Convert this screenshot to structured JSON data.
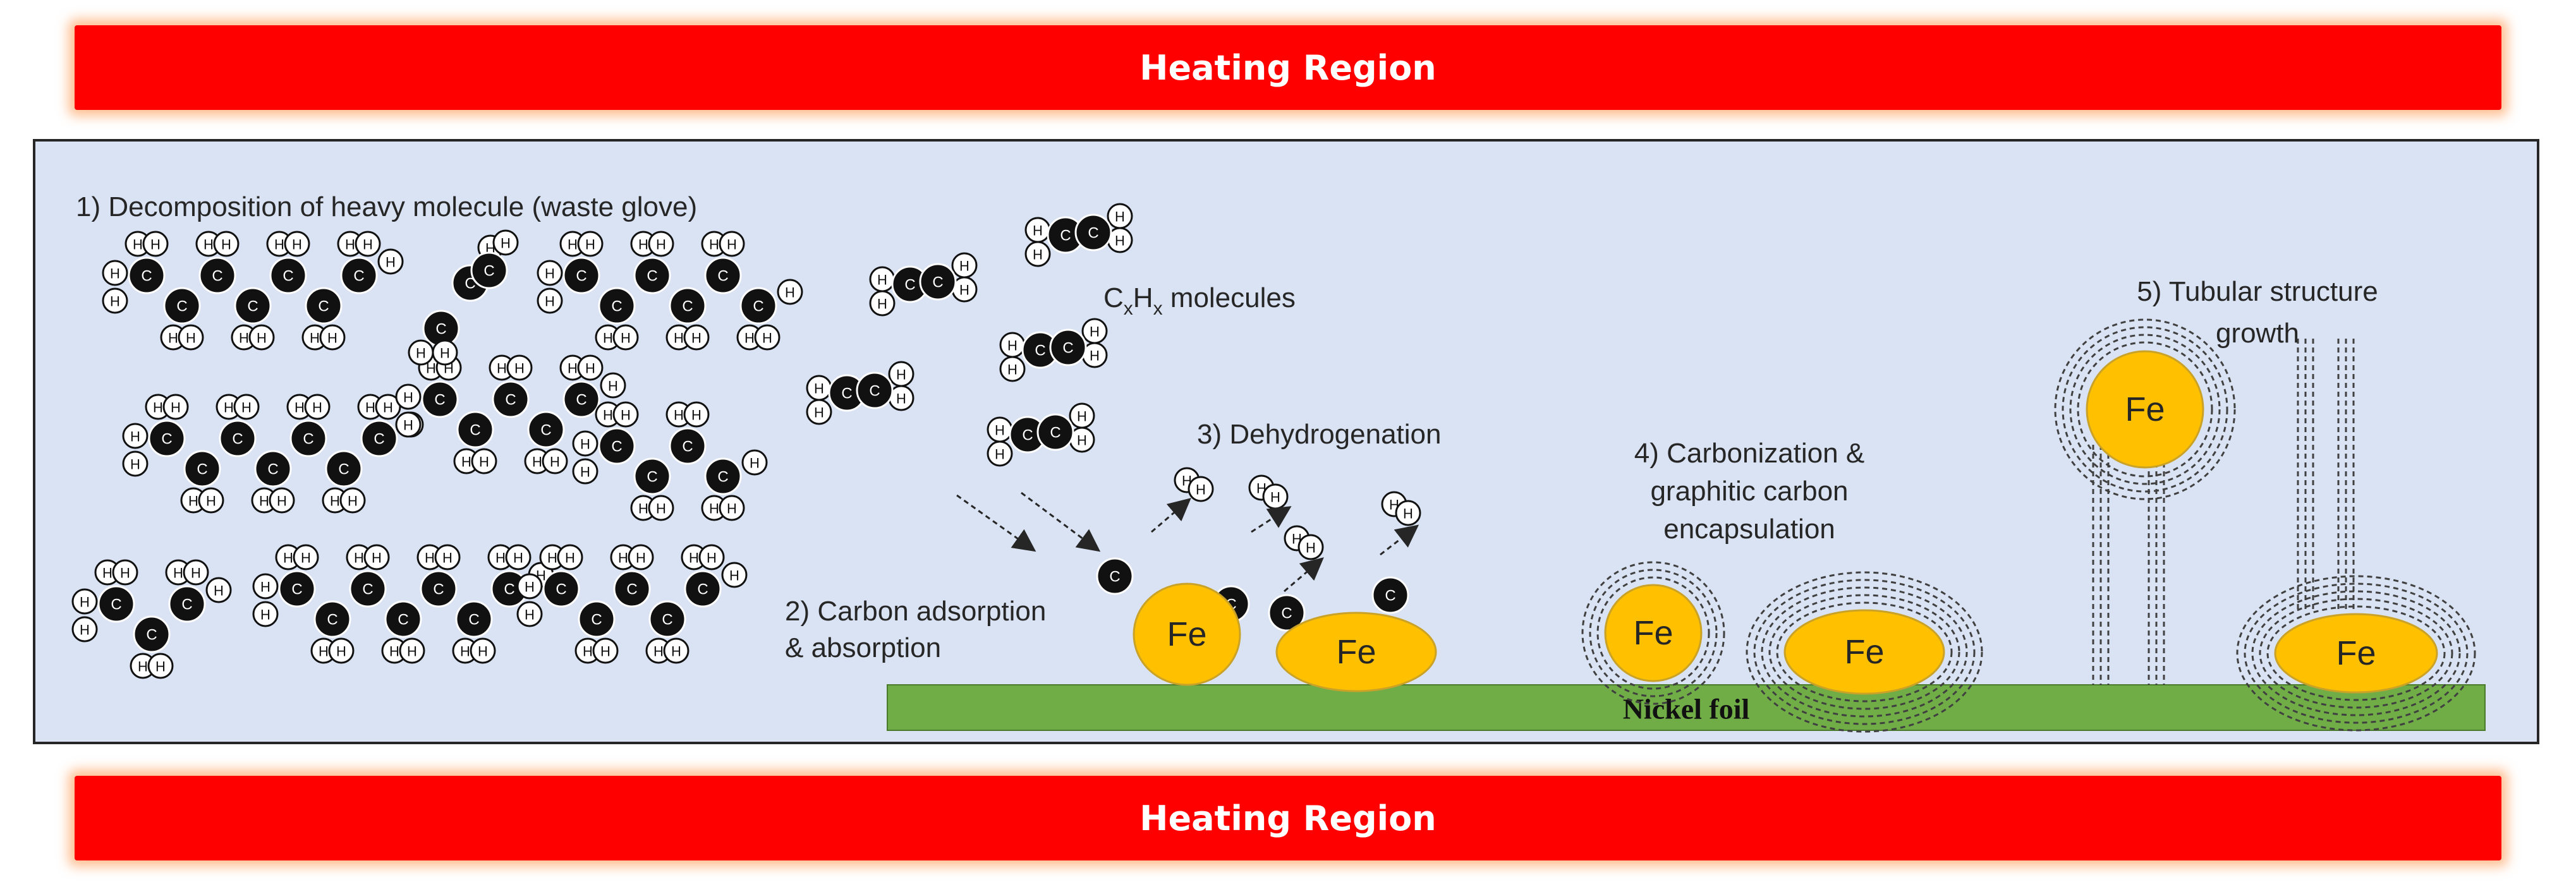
{
  "heating": {
    "top": "Heating Region",
    "bottom": "Heating Region"
  },
  "steps": {
    "step1": "1) Decomposition of heavy molecule (waste glove)",
    "cxhx_c": "C",
    "cxhx_x1": "x",
    "cxhx_h": "H",
    "cxhx_x2": "x",
    "cxhx_rest": " molecules",
    "step2_line1": "2) Carbon adsorption",
    "step2_line2": "& absorption",
    "step3": "3) Dehydrogenation",
    "step4_line1": "4) Carbonization &",
    "step4_line2": "graphitic carbon",
    "step4_line3": "encapsulation",
    "step5_line1": "5) Tubular structure",
    "step5_line2": "growth"
  },
  "substrate": {
    "label": "Nickel foil"
  },
  "atoms": {
    "carbon": "C",
    "hydrogen": "H"
  },
  "catalyst": {
    "label": "Fe"
  },
  "colors": {
    "heating": "#ff0000",
    "panel": "#dae3f3",
    "nickel_foil": "#70ad47",
    "fe_particle": "#ffc000",
    "carbon_atom": "#111111"
  }
}
